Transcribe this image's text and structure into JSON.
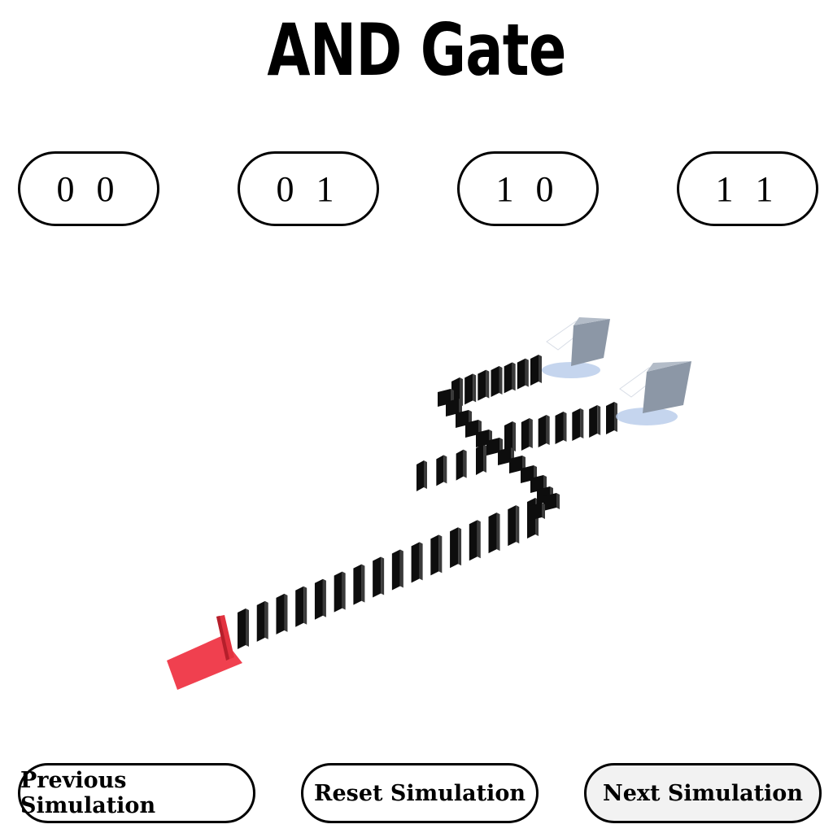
{
  "header": {
    "title": "AND Gate"
  },
  "inputs": [
    {
      "label": "0 0"
    },
    {
      "label": "0 1"
    },
    {
      "label": "1 0"
    },
    {
      "label": "1 1"
    }
  ],
  "controls": {
    "previous_label": "Previous Simulation",
    "reset_label": "Reset Simulation",
    "next_label": "Next Simulation"
  },
  "colors": {
    "domino": "#0d0d0d",
    "start_pad": "#f0404f",
    "start_domino": "#e2323f",
    "end_block": "#8c97a6",
    "end_shadow": "#b7cbea",
    "button_border": "#000000",
    "next_button_bg": "#f2f2f2"
  }
}
